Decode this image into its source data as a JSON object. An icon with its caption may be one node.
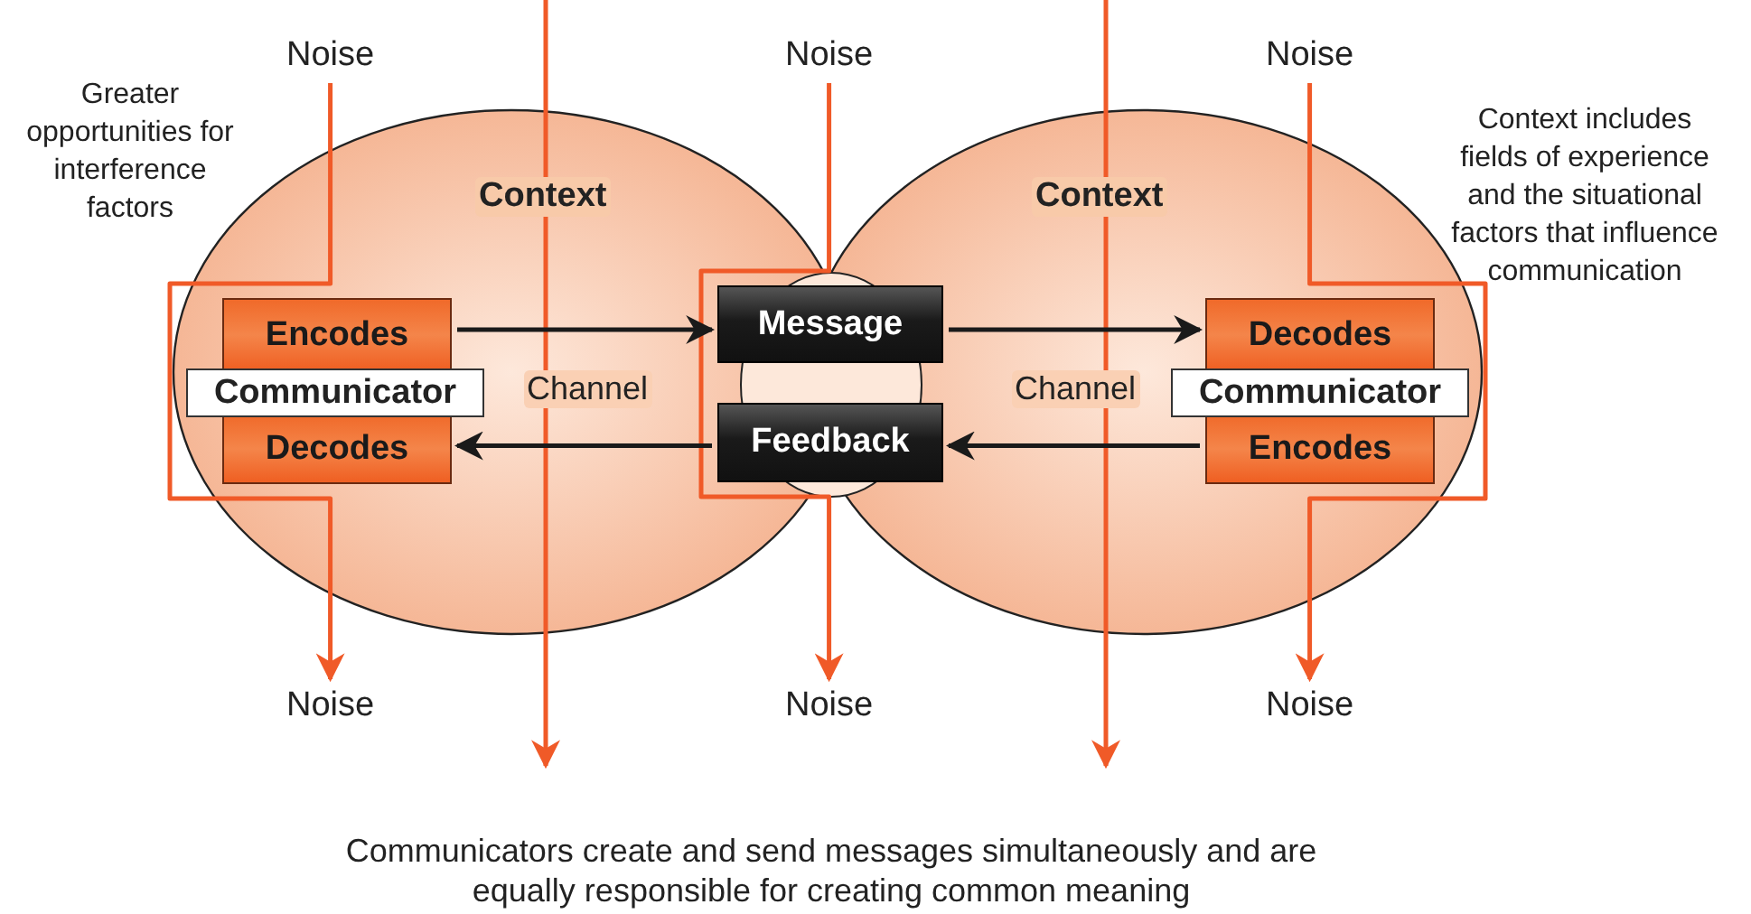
{
  "diagram": {
    "caption": "Communicators create and send messages simultaneously and are equally responsible for creating common meaning",
    "nodes": [
      {
        "text": [
          "Context"
        ]
      },
      {
        "text": [
          "Context"
        ]
      },
      {
        "text": [
          "Encodes"
        ],
        "in": 0
      },
      {
        "text": [
          "Communicator"
        ],
        "in": 0
      },
      {
        "text": [
          "Decodes"
        ],
        "in": 0
      },
      {
        "text": [
          "Message"
        ]
      },
      {
        "text": [
          "Feedback"
        ]
      },
      {
        "text": [
          "Decodes"
        ],
        "in": 1
      },
      {
        "text": [
          "Communicator"
        ],
        "in": 1
      },
      {
        "text": [
          "Encodes"
        ],
        "in": 1
      },
      {
        "text": [
          "Noise"
        ]
      },
      {
        "text": [
          "Noise"
        ]
      },
      {
        "text": [
          "Noise"
        ]
      },
      {
        "text": [
          "Noise"
        ]
      },
      {
        "text": [
          "Noise"
        ]
      },
      {
        "text": [
          "Noise"
        ]
      }
    ],
    "edges": [
      {
        "from": 10,
        "to": 13,
        "arrow": "to",
        "color": "#f05a28"
      },
      {
        "from": 11,
        "to": 14,
        "arrow": "to",
        "color": "#f05a28"
      },
      {
        "from": 12,
        "to": 15,
        "arrow": "to",
        "color": "#f05a28"
      },
      {
        "from": 2,
        "to": 5,
        "arrow": "to"
      },
      {
        "from": 6,
        "to": 4,
        "arrow": "to"
      },
      {
        "from": 5,
        "to": 7,
        "arrow": "to"
      },
      {
        "from": 9,
        "to": 6,
        "arrow": "to"
      }
    ],
    "labels": [
      "Greater opportunities for interference factors",
      "Context includes fields of experience and the situational factors that influence communication",
      "Channel",
      "Channel"
    ]
  }
}
